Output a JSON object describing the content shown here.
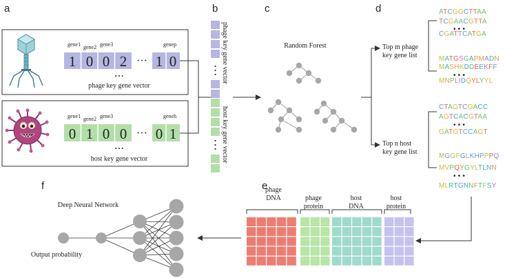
{
  "panels": {
    "a": "a",
    "b": "b",
    "c": "c",
    "d": "d",
    "e": "e",
    "f": "f"
  },
  "phage": {
    "gene_labels": [
      "gene1",
      "gene2",
      "gene3",
      "genep"
    ],
    "bits": [
      "1",
      "0",
      "0",
      "2",
      "1",
      "0"
    ],
    "dots": "···",
    "vdots": "• • •",
    "caption": "phage key gene vector"
  },
  "host": {
    "gene_labels": [
      "gene1",
      "gene2",
      "gene3",
      "geneh"
    ],
    "bits": [
      "0",
      "1",
      "0",
      "0",
      "0",
      "1"
    ],
    "dots": "···",
    "vdots": "• • •",
    "caption": "host key gene vector"
  },
  "concat": {
    "phage_label": "phage key gene vector",
    "host_label": "host key gene vector"
  },
  "rf": {
    "title": "Random Forest"
  },
  "lists": {
    "top_m_line1": "Top m phage",
    "top_m_line2": "key gene list",
    "top_n_line1": "Top n host",
    "top_n_line2": "key gene list",
    "phage_dna": [
      "ATCGGCTTAA",
      "TCGAACGTTA",
      "CGATTCATGA"
    ],
    "phage_protein": [
      "MATGSGAPMADN",
      "MASHKDDEEKFF",
      "MNPLIDQYLYYL"
    ],
    "host_dna": [
      "CTAGTCGACC",
      "AGTCACGTAA",
      "GATGTCCAGT"
    ],
    "host_protein": [
      "MGGFGLKHPPPQ",
      "MVPQYGYLTLNN",
      "MLRTGNNFTFSY"
    ],
    "dots": "• • •"
  },
  "features": {
    "groups": [
      {
        "line1": "phage",
        "line2": "DNA"
      },
      {
        "line1": "phage",
        "line2": "protein"
      },
      {
        "line1": "host",
        "line2": "DNA"
      },
      {
        "line1": "host",
        "line2": "protein"
      }
    ]
  },
  "dnn": {
    "title": "Deep Neural Network",
    "output": "Output probability"
  },
  "colors": {
    "phage_blue": "#b6b6e2",
    "host_green": "#b4dea9",
    "dna_red": "#ec7d72",
    "protein_green": "#b9e5a7",
    "host_dna_teal": "#9fdacd",
    "host_protein_purple": "#c6c2ee",
    "node_gray": "#a7a7a7"
  }
}
